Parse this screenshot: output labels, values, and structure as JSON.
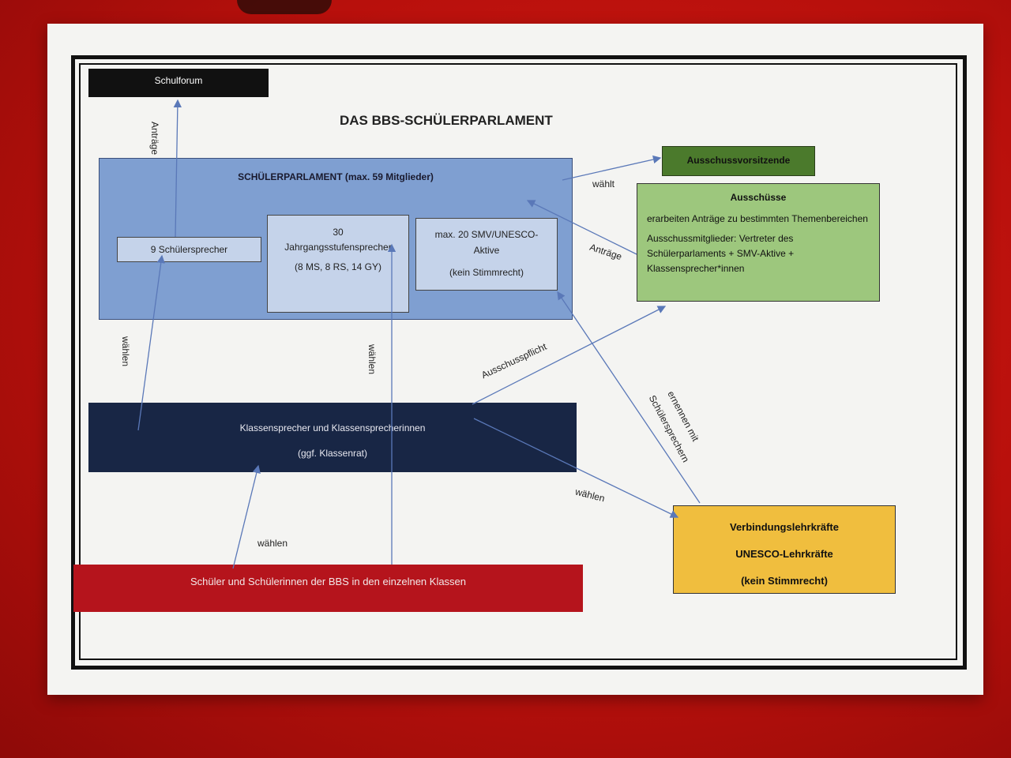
{
  "title": "DAS BBS-SCHÜLERPARLAMENT",
  "schulforum": "Schulforum",
  "parlament": {
    "title": "SCHÜLERPARLAMENT (max. 59 Mitglieder)",
    "sprecher9": "9 Schülersprecher",
    "sprecher30": [
      "30",
      "Jahrgangsstufensprecher",
      "(8 MS, 8 RS, 14 GY)"
    ],
    "smv": [
      "max. 20 SMV/UNESCO-",
      "Aktive",
      "(kein Stimmrecht)"
    ]
  },
  "ausschussvorsitzende": "Ausschussvorsitzende",
  "ausschuesse": {
    "title": "Ausschüsse",
    "line1": "erarbeiten Anträge zu bestimmten Themenbereichen",
    "line2": "Ausschussmitglieder: Vertreter des Schülerparlaments + SMV-Aktive + Klassensprecher*innen"
  },
  "klassensprecher": [
    "Klassensprecher und Klassensprecherinnen",
    "(ggf. Klassenrat)"
  ],
  "schueler": "Schüler und Schülerinnen der BBS in den einzelnen Klassen",
  "lehrkraefte": [
    "Verbindungslehrkräfte",
    "UNESCO-Lehrkräfte",
    "(kein Stimmrecht)"
  ],
  "labels": {
    "antraege_left": "Anträge",
    "waehlen_left": "wählen",
    "waehlen_mid": "wählen",
    "waehlt": "wählt",
    "antraege_right": "Anträge",
    "ausschusspflicht": "Ausschusspflicht",
    "ernennen_1": "ernennen mit",
    "ernennen_2": "Schülersprechern",
    "waehlen_bottom": "wählen",
    "waehlen_lehr": "wählen"
  },
  "colors": {
    "arrow": "#5a78b8",
    "parlament": "#7f9fd1",
    "ausschuesse": "#9dc77d",
    "vorsitz": "#4b7a2c",
    "klassen": "#182645",
    "schueler": "#b5141c",
    "lehrkraefte": "#f0be3e"
  }
}
